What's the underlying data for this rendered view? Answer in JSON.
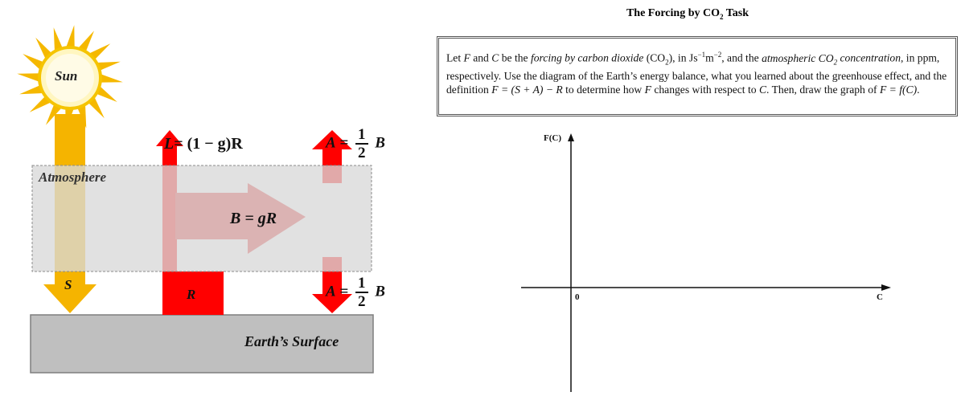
{
  "diagram": {
    "sun_label": "Sun",
    "atmosphere_label": "Atmosphere",
    "surface_label": "Earth’s Surface",
    "s_label": "S",
    "r_label": "R",
    "l_eq_lhs": "L",
    "l_eq_rhs": "= (1 − g)R",
    "b_eq": "B = gR",
    "a_top_lhs": "A",
    "a_bottom_lhs": "A",
    "a_eq_sign": "=",
    "half_num": "1",
    "half_den": "2",
    "half_var": "B",
    "colors": {
      "sun": "#f5c400",
      "solar_arrow": "#f5b400",
      "red_arrow": "#ff0000",
      "atmosphere": "#d9d9d9",
      "surface": "#bfbfbf"
    }
  },
  "task": {
    "title_pre": "The Forcing by CO",
    "title_sub": "2",
    "title_post": " Task",
    "p1": "Let ",
    "F": "F",
    "p2": " and ",
    "C": "C",
    "p3": " be the ",
    "forcing_term": "forcing by carbon dioxide",
    "p4": " (CO",
    "sub2": "2",
    "p5": "), in Js",
    "sup_m1": "−1",
    "p6": "m",
    "sup_m2": "−2",
    "p7": ", and the ",
    "atm_term": "atmospheric CO",
    "atm_sub": "2",
    "conc_term": "concentration",
    "p8": ", in ppm, respectively. Use the diagram of the Earth’s energy balance, what you learned about the greenhouse effect, and the definition ",
    "def_formula": "F = (S + A) − R",
    "p9": " to determine how ",
    "p10": " changes with respect to ",
    "p11": ". Then, draw the graph of ",
    "graph_formula": "F = f(C)",
    "p12": "."
  },
  "graph": {
    "y_label": "F(C)",
    "x_label": "C",
    "origin_label": "0"
  }
}
